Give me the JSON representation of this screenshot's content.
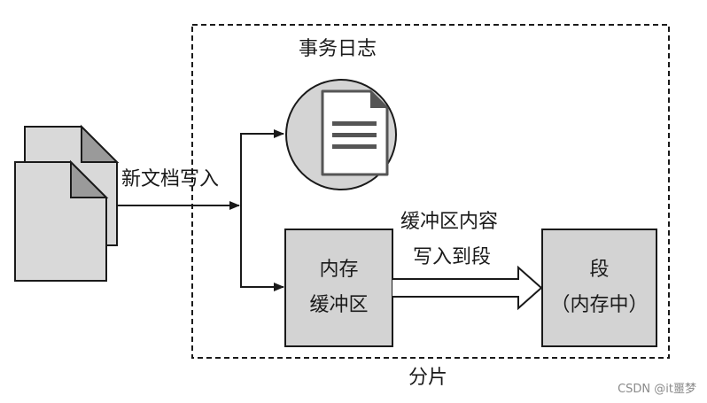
{
  "labels": {
    "transaction_log": "事务日志",
    "new_doc_write": "新文档写入",
    "buffer_write_line1": "缓冲区内容",
    "buffer_write_line2": "写入到段",
    "mem_buffer_line1": "内存",
    "mem_buffer_line2": "缓冲区",
    "segment_line1": "段",
    "segment_line2": "（内存中）",
    "shard": "分片"
  },
  "watermark": "CSDN @it噩梦",
  "colors": {
    "box_fill": "#d3d3d3",
    "stroke": "#1a1a1a",
    "doc_fill": "#d9d9d9",
    "doc_fold": "#9a9a9a",
    "circle_fill": "#d4d4d4"
  }
}
